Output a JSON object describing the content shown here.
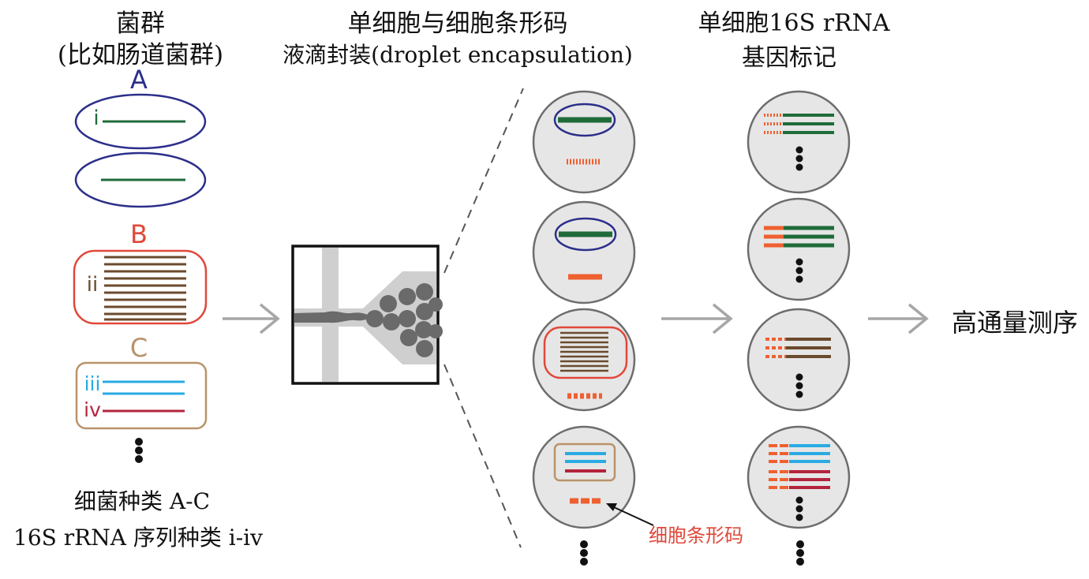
{
  "headings": {
    "community_line1": "菌群",
    "community_line2": "(比如肠道菌群)",
    "encap_line1": "单细胞与细胞条形码",
    "encap_line2": "液滴封装(droplet encapsulation)",
    "tag_line1": "单细胞16S rRNA",
    "tag_line2": "基因标记"
  },
  "species_letters": {
    "a": "A",
    "b": "B",
    "c": "C"
  },
  "gene_labels": {
    "i": "i",
    "ii": "ii",
    "iii": "iii",
    "iv": "iv"
  },
  "footer": {
    "line1": "细菌种类 A-C",
    "line2": "16S rRNA 序列种类 i-iv"
  },
  "barcode_label": "细胞条形码",
  "output_label": "高通量测序",
  "colors": {
    "species_a": "#2b2f8a",
    "species_b": "#e0483a",
    "species_c": "#b9936a",
    "gene_i": "#1f6b3a",
    "gene_ii": "#6b4a2d",
    "gene_iii": "#29abe2",
    "gene_iv": "#b3243c",
    "barcode": "#ef6030",
    "droplet_fill": "#e6e6e6",
    "droplet_stroke": "#6d6d6d",
    "arrow": "#a6a6a6"
  }
}
